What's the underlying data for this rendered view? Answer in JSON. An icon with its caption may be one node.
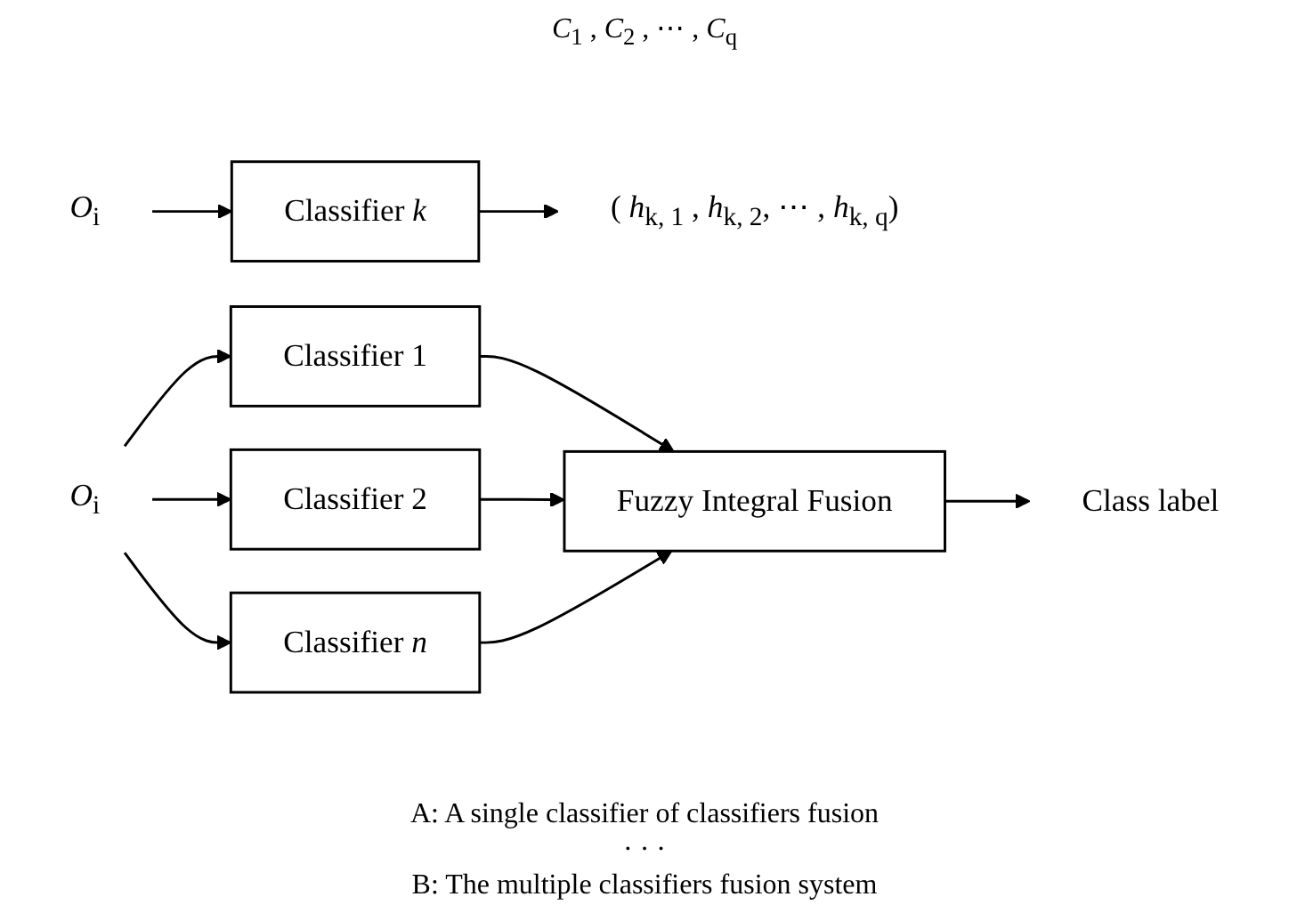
{
  "diagram": {
    "nodes": [
      {
        "text": [
          "*O*$_{i}$"
        ]
      },
      {
        "text": [
          "Classifier *k*"
        ]
      },
      {
        "text": [
          "( *h*$_{k, 1}$ , *h*$_{k, 2}$, ⋯ , *h*$_{k, q}$)"
        ]
      },
      {
        "text": [
          "*O*$_{i}$"
        ]
      },
      {
        "text": [
          "Classifier 1"
        ]
      },
      {
        "text": [
          "Classifier 2"
        ]
      },
      {
        "text": [
          "Classifier *n*"
        ]
      },
      {
        "text": [
          "Fuzzy Integral Fusion"
        ]
      },
      {
        "text": [
          "Class label"
        ]
      }
    ],
    "edges": [
      {
        "from": 0,
        "to": 1,
        "arrow": "to"
      },
      {
        "from": 1,
        "to": 2,
        "arrow": "to"
      },
      {
        "from": 3,
        "to": 4,
        "arrow": "to"
      },
      {
        "from": 3,
        "to": 5,
        "arrow": "to"
      },
      {
        "from": 3,
        "to": 6,
        "arrow": "to"
      },
      {
        "from": 4,
        "to": 7,
        "arrow": "to"
      },
      {
        "from": 5,
        "to": 7,
        "arrow": "to"
      },
      {
        "from": 6,
        "to": 7,
        "arrow": "to"
      },
      {
        "from": 7,
        "to": 8,
        "arrow": "to"
      }
    ],
    "labels": [
      "*C*$_{1}$ ,  *C*$_{2}$ , ⋯ ,  *C*$_{q}$",
      "A:  A single classifier of classifiers fusion",
      "· · ·",
      "B:  The multiple classifiers fusion system"
    ]
  }
}
